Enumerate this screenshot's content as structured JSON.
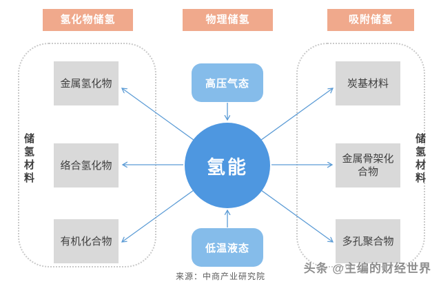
{
  "diagram": {
    "headers": [
      "氢化物储氢",
      "物理储氢",
      "吸附储氢"
    ],
    "left": {
      "side_label": "储氢材料",
      "items": [
        "金属氢化物",
        "络合氢化物",
        "有机化合物"
      ]
    },
    "center": {
      "top_box": "高压气态",
      "circle": "氢能",
      "bottom_box": "低温液态"
    },
    "right": {
      "side_label": "储氢材料",
      "items": [
        "炭基材料",
        "金属骨架化合物",
        "多孔聚合物"
      ]
    },
    "source": "来源：中商产业研究院",
    "watermark": "头条 @主编的财经世界",
    "colors": {
      "header_bg": "#F0A98C",
      "blue_box_bg": "#85BCEA",
      "circle_bg": "#4E97E0",
      "gray_box_bg": "#D9D9D9",
      "arrow": "#5B9BD5",
      "dashed_border": "#C9C9C9"
    }
  }
}
